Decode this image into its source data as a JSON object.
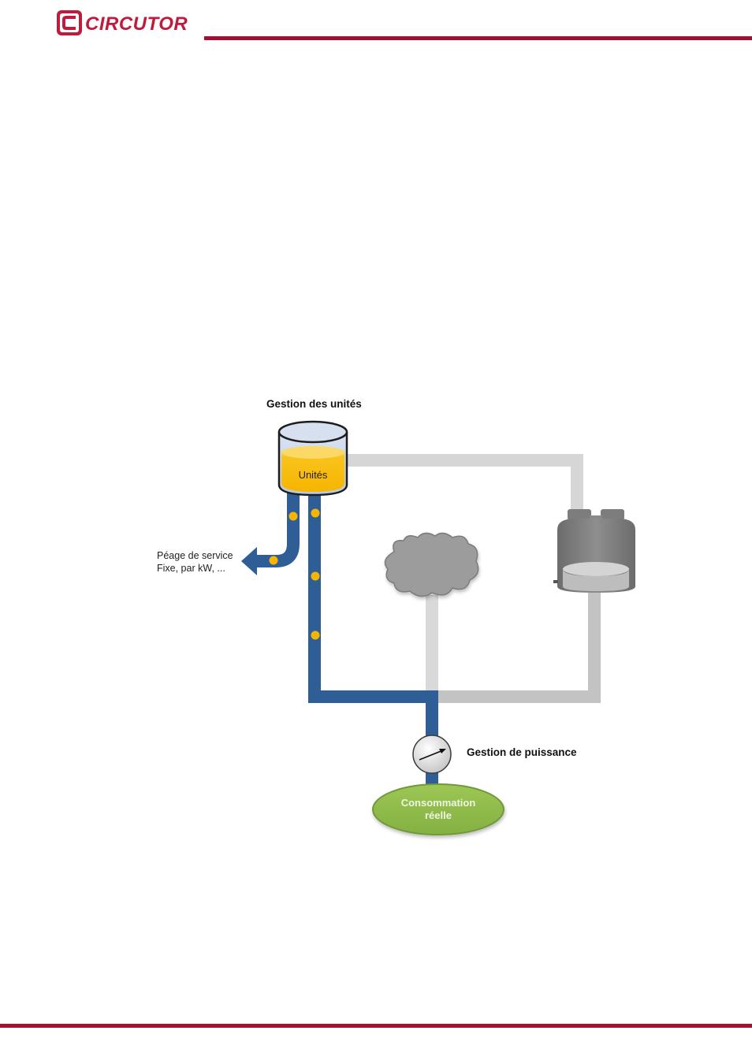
{
  "header": {
    "brand": "CIRCUTOR",
    "brand_color": "#a50f32"
  },
  "diagram": {
    "title_units": "Gestion des unités",
    "tank_label": "Unités",
    "toll_line1": "Péage de service",
    "toll_line2": "Fixe, par kW, ...",
    "power_label": "Gestion de puissance",
    "consumption_line1": "Consommation",
    "consumption_line2": "réelle",
    "colors": {
      "active_pipe": "#2f5e96",
      "inactive_pipe": "#d4d4d4",
      "flow_dot": "#f7b500",
      "tank_fill": "#f9bf00",
      "consumption": "#8db94a",
      "cloud": "#9b9b9b",
      "storage": "#7a7a7a"
    },
    "icons": [
      "tank-icon",
      "cloud-icon",
      "storage-tank-icon",
      "gauge-icon",
      "arrow-left-icon"
    ]
  }
}
